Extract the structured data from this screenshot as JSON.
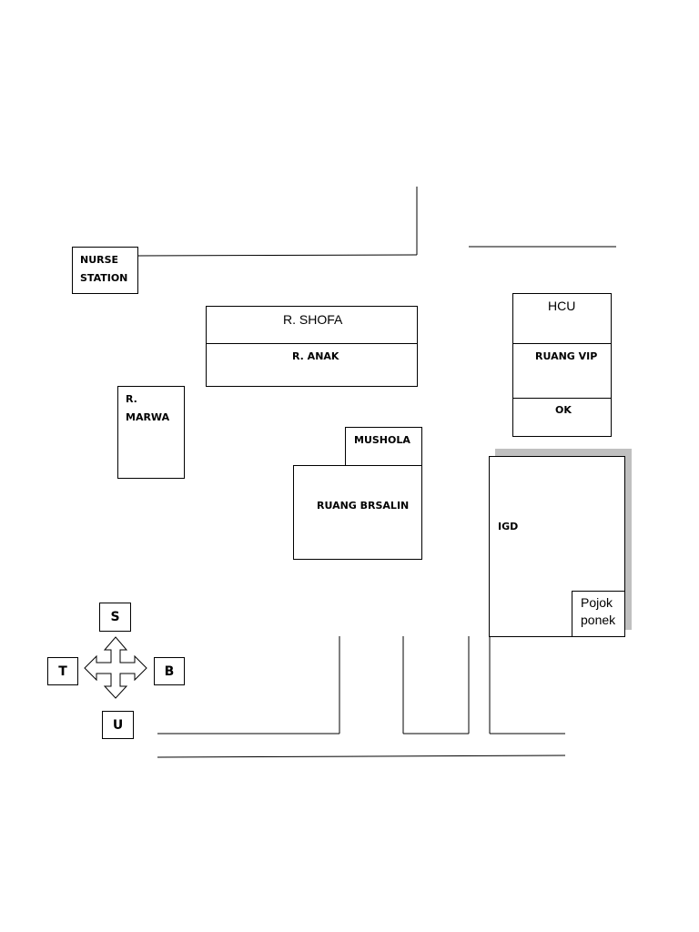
{
  "rooms": {
    "nurse_station": {
      "line1": "NURSE",
      "line2": "STATION"
    },
    "r_shofa": "R. SHOFA",
    "r_anak": "R. ANAK",
    "hcu": "HCU",
    "ruang_vip": "RUANG VIP",
    "ok": "OK",
    "r_marwa": {
      "line1": "R.",
      "line2": "MARWA"
    },
    "mushola": "MUSHOLA",
    "ruang_brsalin": "RUANG BRSALIN",
    "igd": "IGD",
    "pojok_ponek": {
      "line1": "Pojok",
      "line2": "ponek"
    }
  },
  "compass": {
    "north": "S",
    "west": "T",
    "east": "B",
    "south": "U"
  }
}
